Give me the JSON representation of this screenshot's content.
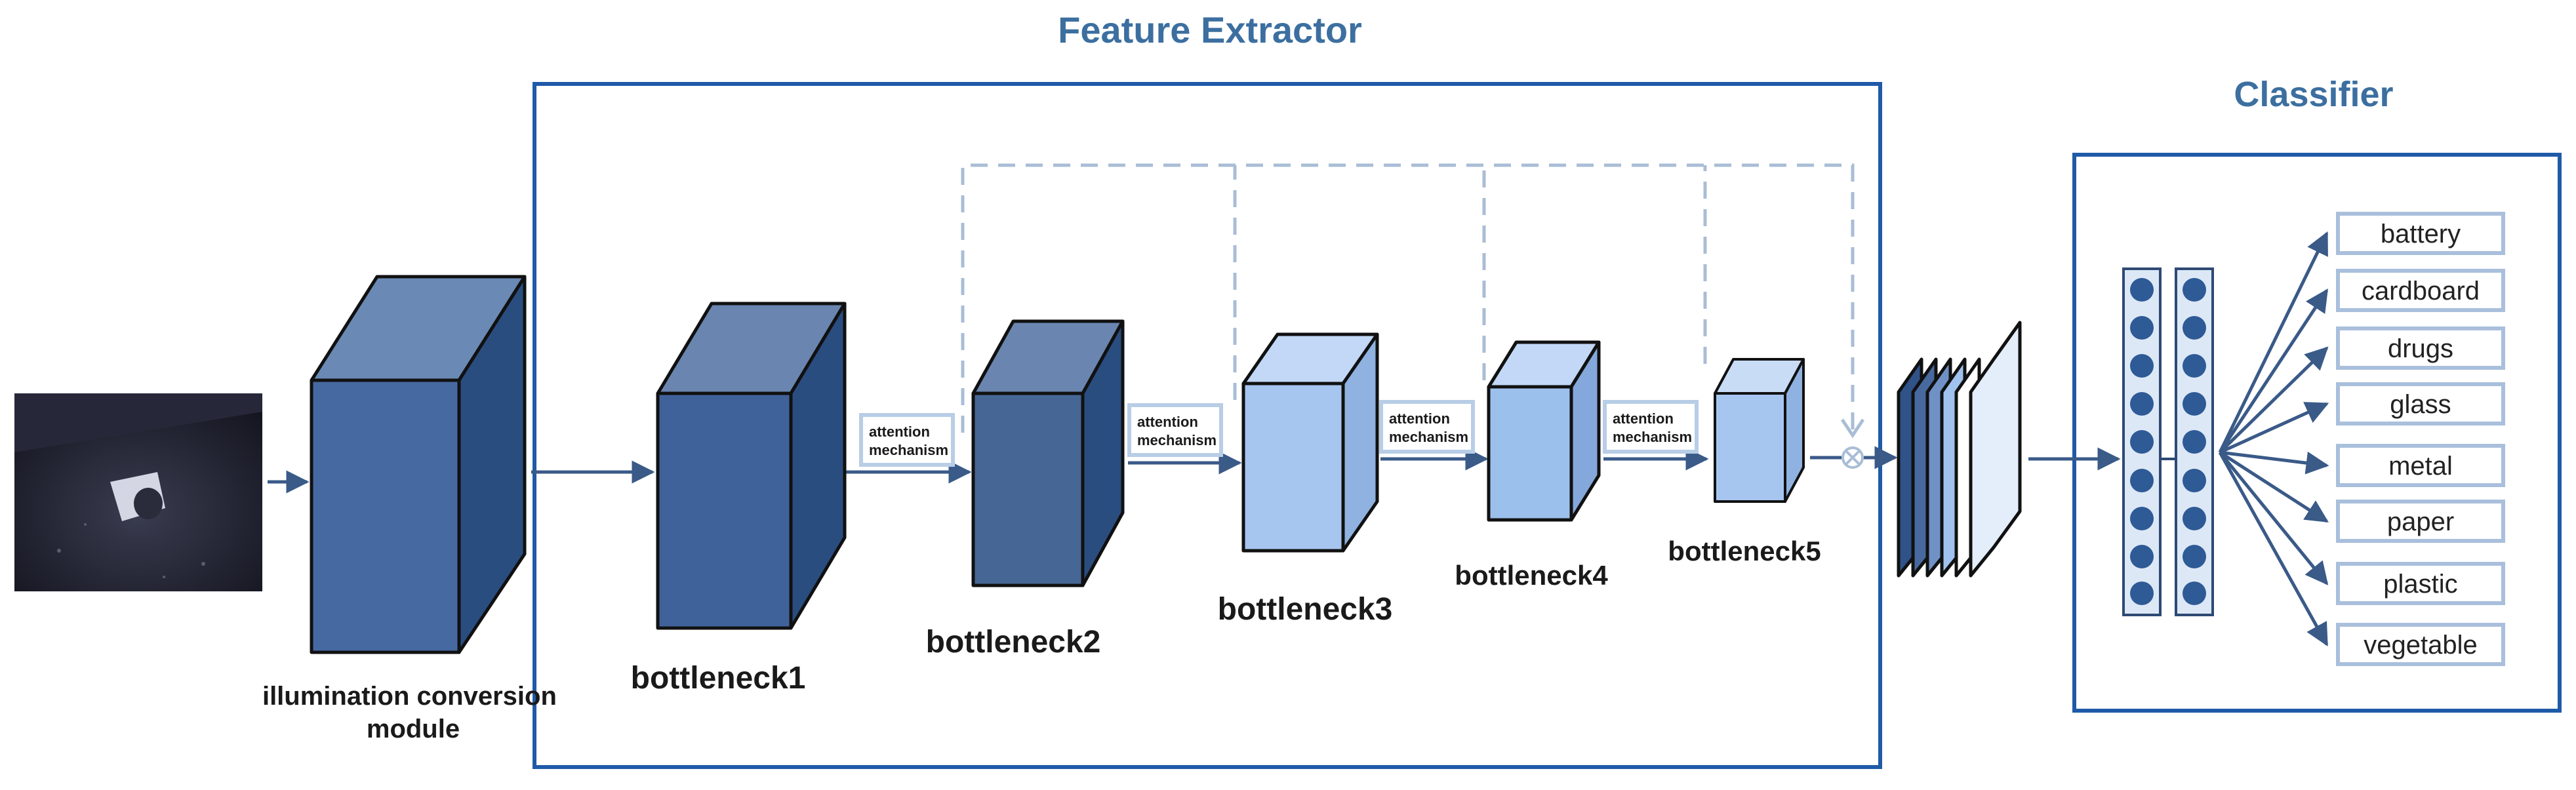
{
  "titles": {
    "feature_extractor": "Feature Extractor",
    "classifier": "Classifier"
  },
  "modules": {
    "illumination": [
      "illumination conversion",
      "module"
    ],
    "bottleneck1": "bottleneck1",
    "bottleneck2": "bottleneck2",
    "bottleneck3": "bottleneck3",
    "bottleneck4": "bottleneck4",
    "bottleneck5": "bottleneck5"
  },
  "attention": [
    "attention",
    "mechanism"
  ],
  "classes": [
    "battery",
    "cardboard",
    "drugs",
    "glass",
    "metal",
    "paper",
    "plastic",
    "vegetable"
  ],
  "colors": {
    "title": "#3c6fa0",
    "frame": "#1f5aa8",
    "arrow": "#3a5a88",
    "dashed": "#a9bdd6",
    "dark_block": "#3f5f8e",
    "light_block": "#9cc0ec",
    "node": "#2e5a96"
  }
}
